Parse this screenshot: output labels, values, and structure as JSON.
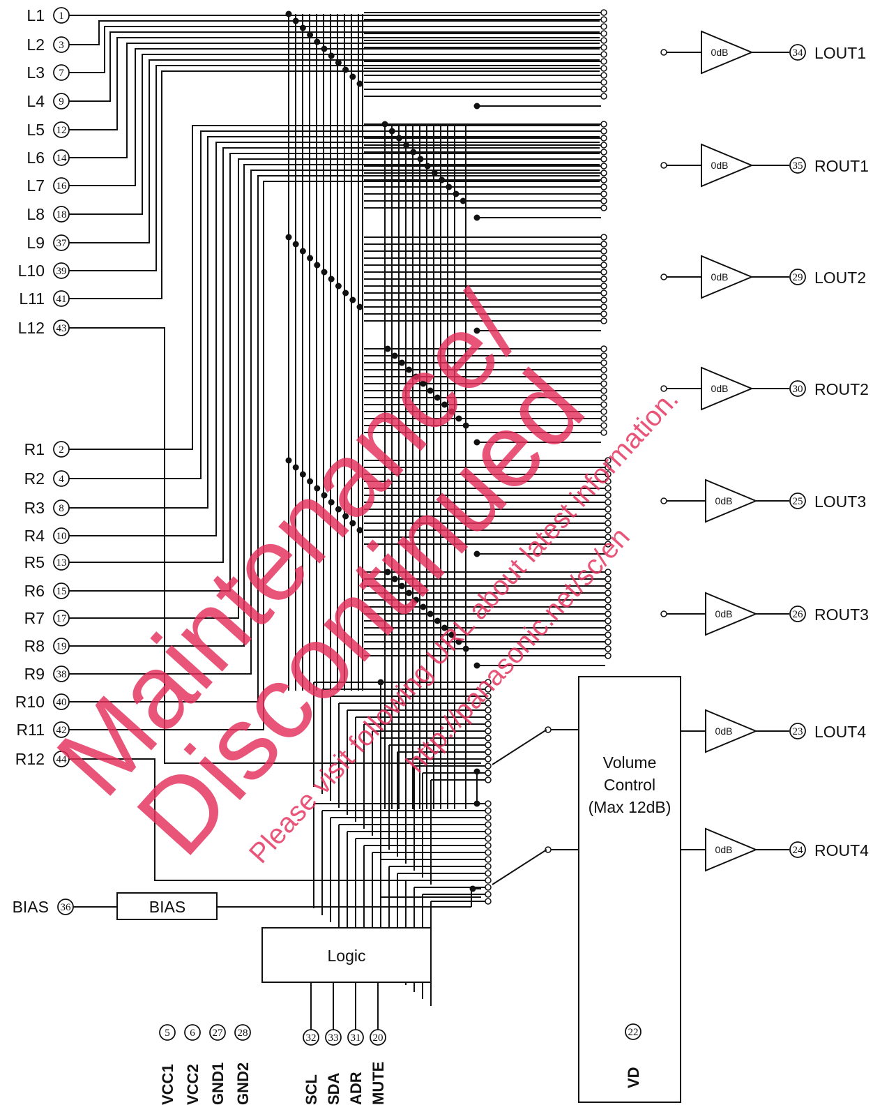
{
  "left_inputs": [
    {
      "label": "L1",
      "pin": "1"
    },
    {
      "label": "L2",
      "pin": "3"
    },
    {
      "label": "L3",
      "pin": "7"
    },
    {
      "label": "L4",
      "pin": "9"
    },
    {
      "label": "L5",
      "pin": "12"
    },
    {
      "label": "L6",
      "pin": "14"
    },
    {
      "label": "L7",
      "pin": "16"
    },
    {
      "label": "L8",
      "pin": "18"
    },
    {
      "label": "L9",
      "pin": "37"
    },
    {
      "label": "L10",
      "pin": "39"
    },
    {
      "label": "L11",
      "pin": "41"
    },
    {
      "label": "L12",
      "pin": "43"
    }
  ],
  "right_inputs": [
    {
      "label": "R1",
      "pin": "2"
    },
    {
      "label": "R2",
      "pin": "4"
    },
    {
      "label": "R3",
      "pin": "8"
    },
    {
      "label": "R4",
      "pin": "10"
    },
    {
      "label": "R5",
      "pin": "13"
    },
    {
      "label": "R6",
      "pin": "15"
    },
    {
      "label": "R7",
      "pin": "17"
    },
    {
      "label": "R8",
      "pin": "19"
    },
    {
      "label": "R9",
      "pin": "38"
    },
    {
      "label": "R10",
      "pin": "40"
    },
    {
      "label": "R11",
      "pin": "42"
    },
    {
      "label": "R12",
      "pin": "44"
    }
  ],
  "outputs": [
    {
      "label": "LOUT1",
      "pin": "34",
      "gain": "0dB"
    },
    {
      "label": "ROUT1",
      "pin": "35",
      "gain": "0dB"
    },
    {
      "label": "LOUT2",
      "pin": "29",
      "gain": "0dB"
    },
    {
      "label": "ROUT2",
      "pin": "30",
      "gain": "0dB"
    },
    {
      "label": "LOUT3",
      "pin": "25",
      "gain": "0dB"
    },
    {
      "label": "ROUT3",
      "pin": "26",
      "gain": "0dB"
    },
    {
      "label": "LOUT4",
      "pin": "23",
      "gain": "0dB"
    },
    {
      "label": "ROUT4",
      "pin": "24",
      "gain": "0dB"
    }
  ],
  "bias": {
    "label": "BIAS",
    "pin": "36",
    "block": "BIAS"
  },
  "volume_control": {
    "line1": "Volume",
    "line2": "Control",
    "line3": "(Max 12dB)"
  },
  "logic": {
    "label": "Logic"
  },
  "logic_pins": [
    {
      "label": "SCL",
      "pin": "32"
    },
    {
      "label": "SDA",
      "pin": "33"
    },
    {
      "label": "ADR",
      "pin": "31"
    },
    {
      "label": "MUTE",
      "pin": "20"
    }
  ],
  "power_pins": [
    {
      "label": "VCC1",
      "pin": "5"
    },
    {
      "label": "VCC2",
      "pin": "6"
    },
    {
      "label": "GND1",
      "pin": "27"
    },
    {
      "label": "GND2",
      "pin": "28"
    }
  ],
  "vd": {
    "label": "VD",
    "pin": "22"
  },
  "watermark": {
    "line1": "Maintenance/",
    "line2": "Discontinued",
    "line3": "Please visit following URL about latest information.",
    "line4": "http://panasonic.net/sc/en"
  },
  "colors": {
    "ink": "#111111",
    "watermark": "#e4305c",
    "background": "#ffffff"
  }
}
